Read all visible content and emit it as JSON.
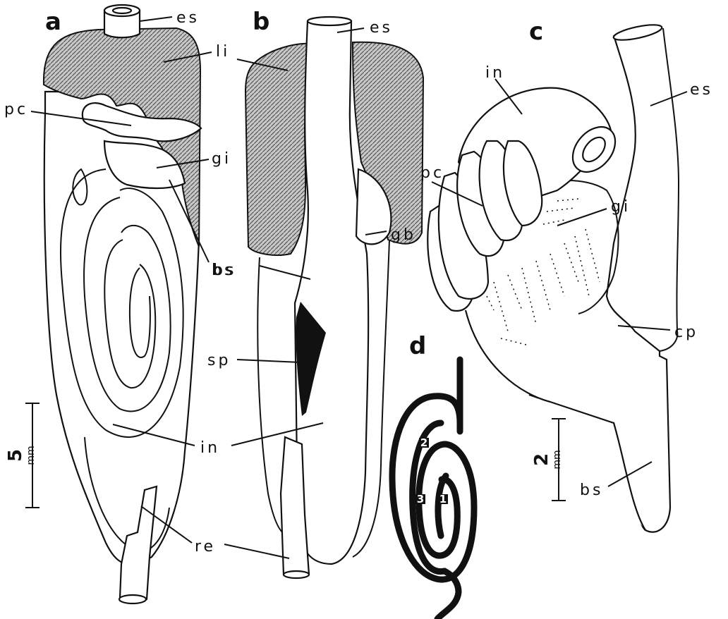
{
  "panels": {
    "a": "a",
    "b": "b",
    "c": "c",
    "d": "d"
  },
  "labels": {
    "a_es": "es",
    "a_li": "li",
    "a_pc": "pc",
    "a_gi": "gi",
    "a_bs": "bs",
    "b_es": "es",
    "b_gb": "gb",
    "b_sp": "sp",
    "in_shared": "in",
    "re_shared": "re",
    "c_in": "in",
    "c_es": "es",
    "c_pc": "pc",
    "c_gi": "gi",
    "c_cp": "cp",
    "c_bs": "bs"
  },
  "scale_a": {
    "value": "5",
    "unit": "mm"
  },
  "scale_c": {
    "value": "2",
    "unit": "mm"
  },
  "coil_numbers": [
    "1",
    "2",
    "3"
  ],
  "colors": {
    "ink": "#111111",
    "liver_fill": "#8a8a8a",
    "background": "#ffffff"
  }
}
